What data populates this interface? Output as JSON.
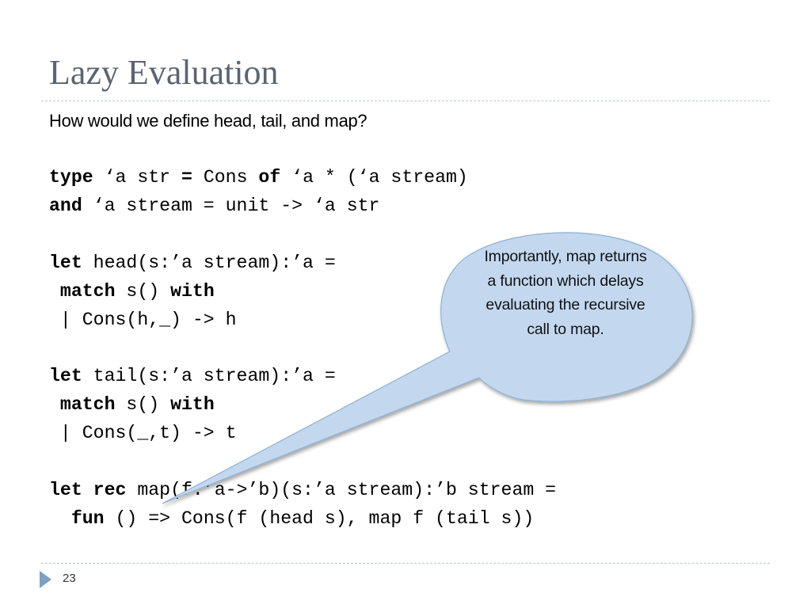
{
  "slide": {
    "title": "Lazy Evaluation",
    "subtitle": "How would we define head, tail, and map?",
    "page_number": "23"
  },
  "code": [
    {
      "segments": [
        {
          "t": "type",
          "b": true
        },
        {
          "t": " ‘a str "
        },
        {
          "t": "=",
          "b": true
        },
        {
          "t": " Cons "
        },
        {
          "t": "of",
          "b": true
        },
        {
          "t": " ‘a * (‘a stream)"
        }
      ]
    },
    {
      "segments": [
        {
          "t": "and",
          "b": true
        },
        {
          "t": " ‘a stream = unit -> ‘a str"
        }
      ]
    },
    {
      "segments": [
        {
          "t": "let",
          "b": true
        },
        {
          "t": " head(s:’a stream):’a ="
        }
      ]
    },
    {
      "segments": [
        {
          "t": " "
        },
        {
          "t": "match",
          "b": true
        },
        {
          "t": " s() "
        },
        {
          "t": "with",
          "b": true
        }
      ]
    },
    {
      "segments": [
        {
          "t": " | Cons(h,_) -> h"
        }
      ]
    },
    {
      "segments": [
        {
          "t": "let",
          "b": true
        },
        {
          "t": " tail(s:’a stream):’a ="
        }
      ]
    },
    {
      "segments": [
        {
          "t": " "
        },
        {
          "t": "match",
          "b": true
        },
        {
          "t": " s() "
        },
        {
          "t": "with",
          "b": true
        }
      ]
    },
    {
      "segments": [
        {
          "t": " | Cons(_,t) -> t"
        }
      ]
    },
    {
      "segments": [
        {
          "t": "let",
          "b": true
        },
        {
          "t": " "
        },
        {
          "t": "rec",
          "b": true
        },
        {
          "t": " map(f:’a->’b)(s:’a stream):’b stream ="
        }
      ]
    },
    {
      "segments": [
        {
          "t": "  "
        },
        {
          "t": "fun",
          "b": true
        },
        {
          "t": " () => Cons(f (head s), map f (tail s))"
        }
      ]
    }
  ],
  "callout": {
    "text": "Importantly, map returns a function which delays evaluating the recursive call to map.",
    "fill": "#c3d8ef",
    "stroke": "#8fb0d2"
  },
  "colors": {
    "title": "#5b6472",
    "rule": "#b9c6d3",
    "footer_arrow": "#7f9fc3"
  }
}
